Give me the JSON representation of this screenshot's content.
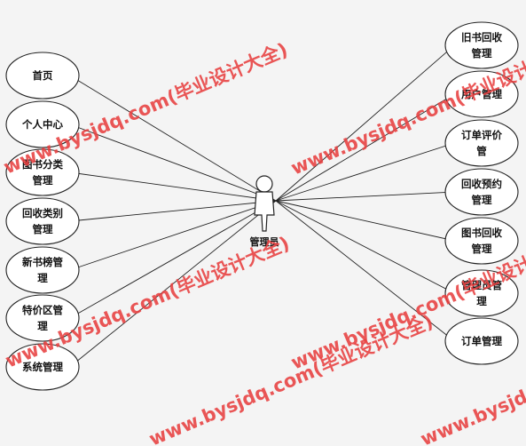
{
  "actor": {
    "label": "管理员"
  },
  "use_cases": {
    "left": [
      [
        "首页"
      ],
      [
        "个人中心"
      ],
      [
        "图书分类",
        "管理"
      ],
      [
        "回收类别",
        "管理"
      ],
      [
        "新书榜管",
        "理"
      ],
      [
        "特价区管",
        "理"
      ],
      [
        "系统管理"
      ]
    ],
    "right": [
      [
        "旧书回收",
        "管理"
      ],
      [
        "用户管理"
      ],
      [
        "订单评价",
        "管"
      ],
      [
        "回收预约",
        "管理"
      ],
      [
        "图书回收",
        "管理"
      ],
      [
        "管理员管",
        "理"
      ],
      [
        "订单管理"
      ]
    ]
  },
  "watermark": {
    "text": "www.bysjdq.com(毕业设计大全)",
    "color": "#e84040"
  },
  "colors": {
    "background": "#f4f4f4",
    "ellipse_fill": "#ffffff",
    "stroke": "#222222"
  }
}
